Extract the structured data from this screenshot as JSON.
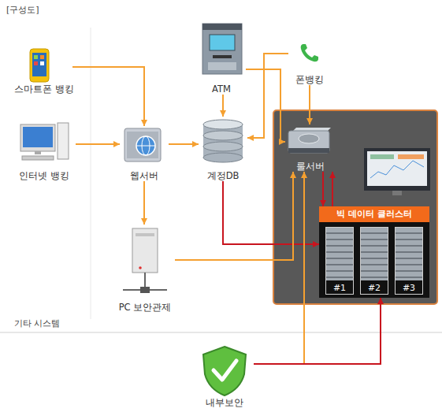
{
  "diagram": {
    "title": "[구성도]",
    "nodes": [
      {
        "text": [
          "스마트폰 뱅킹"
        ]
      },
      {
        "text": [
          "ATM"
        ]
      },
      {
        "text": [
          "폰뱅킹"
        ]
      },
      {
        "text": [
          "인터넷 뱅킹"
        ]
      },
      {
        "text": [
          "웹서버"
        ]
      },
      {
        "text": [
          "계정DB"
        ]
      },
      {
        "text": [
          "룰서버"
        ]
      },
      {
        "text": [
          "빅 데이터 클러스터"
        ]
      },
      {
        "text": [
          "#1"
        ],
        "in": 7
      },
      {
        "text": [
          "#2"
        ],
        "in": 7
      },
      {
        "text": [
          "#3"
        ],
        "in": 7
      },
      {
        "text": [
          "PC 보안관제"
        ]
      },
      {
        "text": [
          "내부보안"
        ]
      }
    ],
    "edges": [
      {
        "from": 0,
        "to": 4,
        "arrow": "to"
      },
      {
        "from": 3,
        "to": 4,
        "arrow": "to"
      },
      {
        "from": 4,
        "to": 5,
        "arrow": "to"
      },
      {
        "from": 4,
        "to": 11,
        "arrow": "to"
      },
      {
        "from": 1,
        "to": 5,
        "arrow": "to"
      },
      {
        "from": 1,
        "to": 6,
        "arrow": "to"
      },
      {
        "from": 2,
        "to": 5,
        "arrow": "to"
      },
      {
        "from": 2,
        "to": 6,
        "arrow": "to"
      },
      {
        "from": 6,
        "to": 7,
        "arrow": "to"
      },
      {
        "from": 7,
        "to": 6,
        "arrow": "to"
      },
      {
        "from": 5,
        "to": 7,
        "arrow": "to"
      },
      {
        "from": 11,
        "to": 6,
        "arrow": "to"
      },
      {
        "from": 12,
        "to": 6,
        "arrow": "to"
      },
      {
        "from": 12,
        "to": 7,
        "arrow": "to"
      }
    ],
    "labels": [
      "기타 시스템"
    ]
  }
}
